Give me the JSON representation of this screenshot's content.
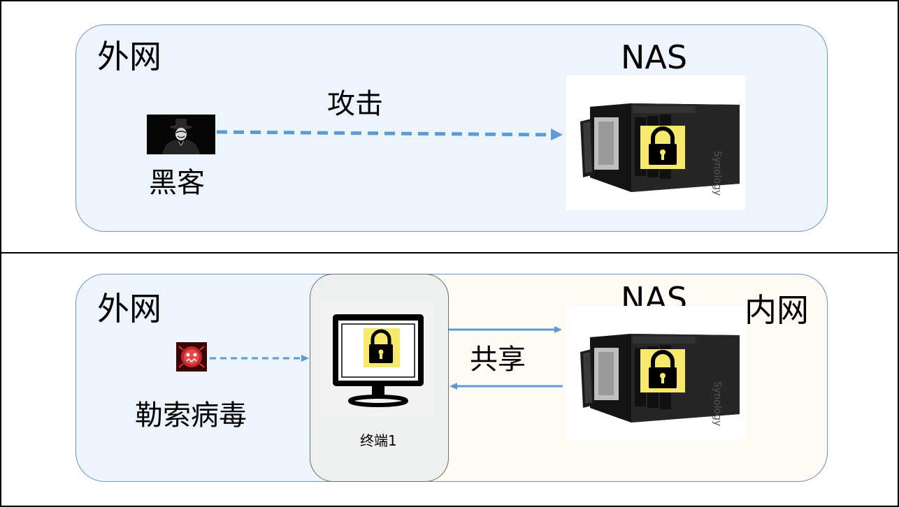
{
  "top": {
    "zone_label": "外网",
    "hacker_label": "黑客",
    "attack_label": "攻击",
    "nas_label": "NAS",
    "nas_brand": "Synology"
  },
  "bottom": {
    "outer_label": "外网",
    "inner_label": "内网",
    "virus_label": "勒索病毒",
    "terminal_label": "终端1",
    "share_label": "共享",
    "nas_label": "NAS",
    "nas_brand": "Synology"
  },
  "colors": {
    "outer_zone": "#edf4fb",
    "inner_zone": "#fdfbf4",
    "zone_border": "#6f93bf",
    "arrow": "#5b9bd5",
    "lock_background": "#f7e96b"
  }
}
